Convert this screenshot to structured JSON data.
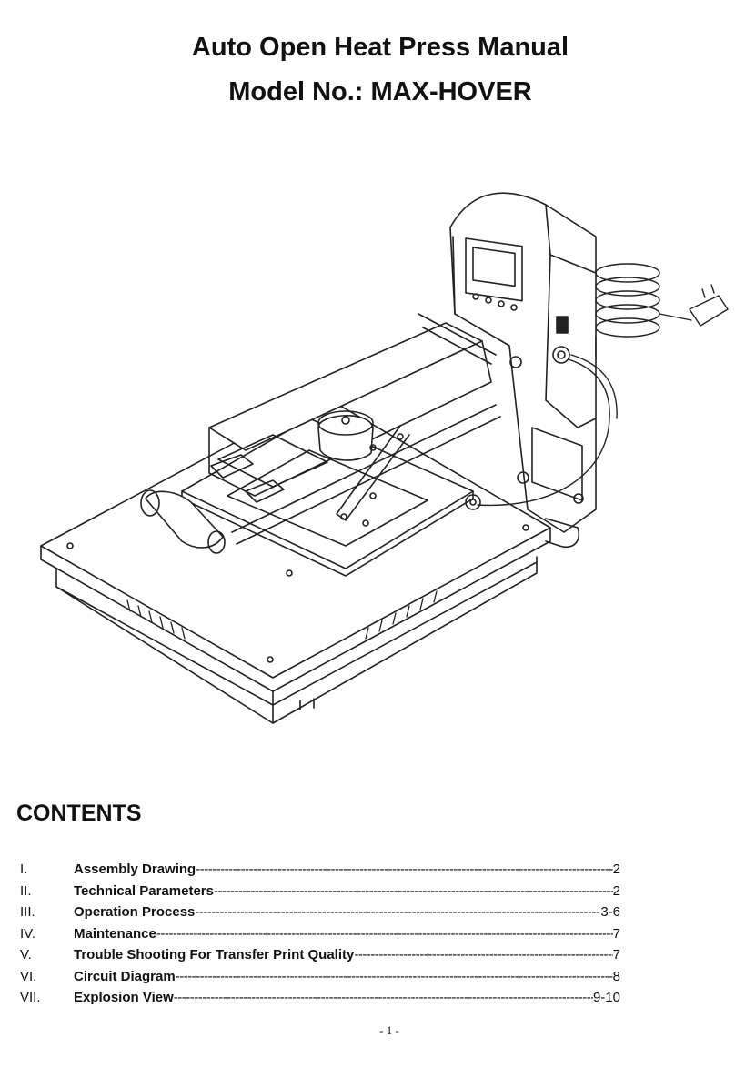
{
  "header": {
    "title": "Auto Open Heat Press Manual",
    "model": "Model No.: MAX-HOVER"
  },
  "contents": {
    "heading": "CONTENTS",
    "items": [
      {
        "num": "I.",
        "label": "Assembly Drawing ",
        "page": "2"
      },
      {
        "num": "II.",
        "label": "Technical Parameters ",
        "page": "2"
      },
      {
        "num": "III.",
        "label": "Operation Process ",
        "page": "3-6"
      },
      {
        "num": "IV.",
        "label": "Maintenance ",
        "page": "7"
      },
      {
        "num": "V.",
        "label": "Trouble Shooting For Transfer Print Quality",
        "page": "7"
      },
      {
        "num": "VI.",
        "label": "Circuit Diagram ",
        "page": "8"
      },
      {
        "num": "VII.",
        "label": "Explosion View ",
        "page": "9-10"
      }
    ]
  },
  "footer": {
    "page_number": "- 1 -"
  },
  "illustration": {
    "icon": "heat-press-line-drawing"
  }
}
